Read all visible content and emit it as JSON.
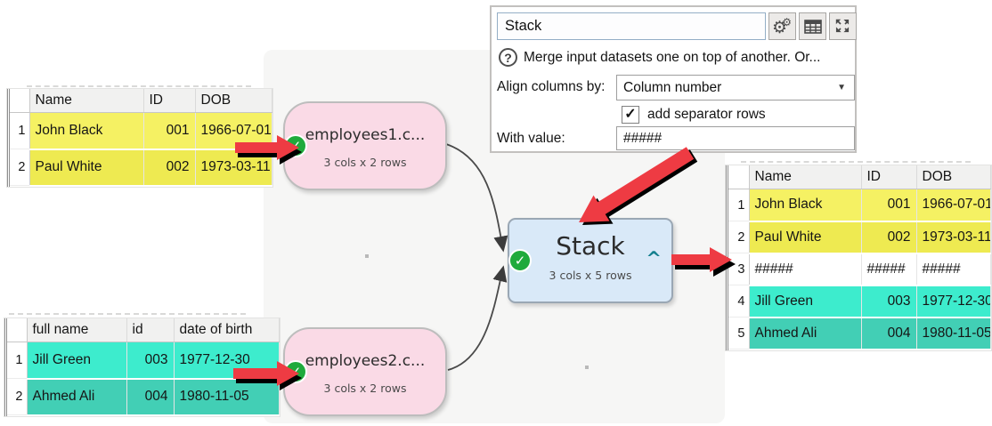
{
  "colors": {
    "accent_red": "#ee3b43",
    "node_pink": "#fadae6",
    "node_blue": "#d9e9f8",
    "check_green": "#1faa3c",
    "row_yellow_1": "#f5f163",
    "row_yellow_2": "#eeea51",
    "row_teal_1": "#3deccd",
    "row_teal_2": "#42cfb5",
    "caret_teal": "#15808f"
  },
  "icons": {
    "check": "✓",
    "question": "?",
    "caret_up": "^",
    "dropdown_arrow": "▼",
    "gear": "⚙"
  },
  "panel": {
    "title_value": "Stack",
    "help_text": "Merge input datasets one on top of another. Or...",
    "align_label": "Align columns by:",
    "align_value": "Column number",
    "separator_label": "add separator rows",
    "separator_checked": true,
    "with_value_label": "With value:",
    "with_value_text": "#####"
  },
  "nodes": {
    "input1": {
      "title": "employees1.c...",
      "subtitle": "3 cols x 2 rows"
    },
    "input2": {
      "title": "employees2.c...",
      "subtitle": "3 cols x 2 rows"
    },
    "stack": {
      "title": "Stack",
      "subtitle": "3 cols x 5 rows"
    }
  },
  "tables": {
    "input1": {
      "headers": [
        "Name",
        "ID",
        "DOB"
      ],
      "rows": [
        {
          "num": "1",
          "bg": "yellow1",
          "cells": [
            "John Black",
            "001",
            "1966-07-01"
          ]
        },
        {
          "num": "2",
          "bg": "yellow2",
          "cells": [
            "Paul White",
            "002",
            "1973-03-11"
          ]
        }
      ]
    },
    "input2": {
      "headers": [
        "full name",
        "id",
        "date of birth"
      ],
      "rows": [
        {
          "num": "1",
          "bg": "teal1",
          "cells": [
            "Jill Green",
            "003",
            "1977-12-30"
          ]
        },
        {
          "num": "2",
          "bg": "teal2",
          "cells": [
            "Ahmed Ali",
            "004",
            "1980-11-05"
          ]
        }
      ]
    },
    "output": {
      "headers": [
        "Name",
        "ID",
        "DOB"
      ],
      "rows": [
        {
          "num": "1",
          "bg": "yellow1",
          "cells": [
            "John Black",
            "001",
            "1966-07-01"
          ]
        },
        {
          "num": "2",
          "bg": "yellow2",
          "cells": [
            "Paul White",
            "002",
            "1973-03-11"
          ]
        },
        {
          "num": "3",
          "bg": "white",
          "cells": [
            "#####",
            "#####",
            "#####"
          ]
        },
        {
          "num": "4",
          "bg": "teal1",
          "cells": [
            "Jill Green",
            "003",
            "1977-12-30"
          ]
        },
        {
          "num": "5",
          "bg": "teal2",
          "cells": [
            "Ahmed Ali",
            "004",
            "1980-11-05"
          ]
        }
      ]
    }
  }
}
